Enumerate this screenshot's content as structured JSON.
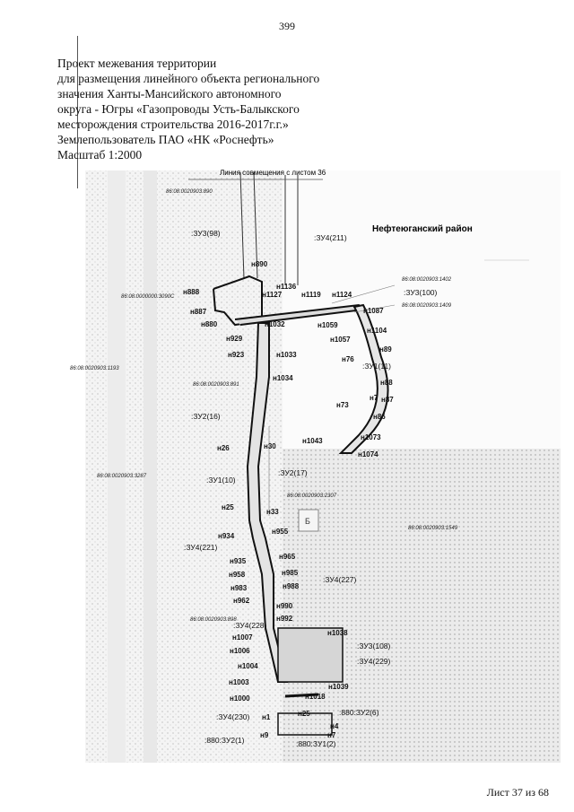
{
  "page_number": "399",
  "header": {
    "lines": [
      "Проект межевания территории",
      "для размещения линейного объекта регионального",
      "значения Ханты-Мансийского автономного",
      "округа - Югры «Газопроводы Усть-Балыкского",
      "месторождения строительства 2016-2017г.г.»",
      "Землепользователь ПАО «НК «Роснефть»",
      "Масштаб 1:2000"
    ]
  },
  "map": {
    "title": "Линия совмещения с листом 36",
    "district": "Нефтеюганский район",
    "cadastral": [
      "86:08:0020903:890",
      "86:08:0000000:3090С",
      "86:08:0020903:1402",
      "86:08:0020903:1409",
      "86:08:0020903:1193",
      "86:08:0020903:891",
      "86:08:0020903:3287",
      "86:08:0020903:2307",
      "86:08:0020903:1549",
      "86:08:0020903:898"
    ],
    "parcels": [
      ":ЗУ3(98)",
      ":ЗУ4(211)",
      ":ЗУ3(100)",
      ":ЗУ1(11)",
      ":ЗУ2(16)",
      ":ЗУ1(10)",
      ":ЗУ2(17)",
      ":ЗУ4(221)",
      ":ЗУ4(227)",
      ":ЗУ4(228)",
      ":ЗУ3(108)",
      ":ЗУ4(229)",
      ":ЗУ4(230)",
      ":880:ЗУ2(6)",
      ":880:ЗУ2(1)",
      ":880:ЗУ1(2)"
    ],
    "points": [
      "н890",
      "н1136",
      "н1127",
      "н888",
      "н1119",
      "н1124",
      "н887",
      "н1032",
      "н1059",
      "н1087",
      "н880",
      "н929",
      "н1057",
      "н1104",
      "н923",
      "н1033",
      "н89",
      "н76",
      "н1034",
      "н88",
      "н7",
      "н87",
      "н73",
      "н86",
      "н1043",
      "н1073",
      "н26",
      "н30",
      "н1074",
      "н25",
      "н33",
      "н934",
      "н955",
      "н935",
      "н965",
      "н958",
      "н985",
      "н983",
      "н988",
      "н962",
      "н990",
      "н992",
      "н1007",
      "н1038",
      "н1006",
      "н1004",
      "н1003",
      "н1039",
      "н1000",
      "н1018",
      "н1",
      "н25",
      "н4",
      "н9",
      "н7"
    ],
    "building_label": "Б"
  },
  "footer": "Лист 37 из 68"
}
